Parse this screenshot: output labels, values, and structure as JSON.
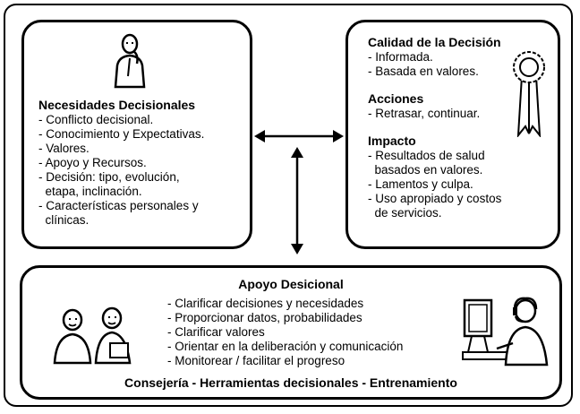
{
  "needs": {
    "title": "Necesidades Decisionales",
    "items": [
      "- Conflicto decisional.",
      "- Conocimiento y Expectativas.",
      "- Valores.",
      "- Apoyo y Recursos.",
      "- Decisión: tipo, evolución,",
      "  etapa, inclinación.",
      "- Características personales y",
      "  clínicas."
    ]
  },
  "quality": {
    "title": "Calidad de la Decisión",
    "items": [
      "- Informada.",
      "- Basada en valores."
    ],
    "actions_title": "Acciones",
    "actions_items": [
      "- Retrasar, continuar."
    ],
    "impact_title": "Impacto",
    "impact_items": [
      "- Resultados de salud",
      "  basados en valores.",
      "- Lamentos y culpa.",
      "- Uso apropiado y costos",
      "  de servicios."
    ]
  },
  "support": {
    "title": "Apoyo Desicional",
    "items": [
      "- Clarificar decisiones y necesidades",
      "- Proporcionar datos, probabilidades",
      "- Clarificar valores",
      "- Orientar en la deliberación y comunicación",
      "- Monitorear / facilitar el progreso"
    ],
    "footer": "Consejería - Herramientas decisionales - Entrenamiento"
  },
  "icons": {
    "person": "thinking-person-icon",
    "ribbon": "award-ribbon-icon",
    "pair": "two-people-icon",
    "computer": "computer-operator-icon"
  }
}
